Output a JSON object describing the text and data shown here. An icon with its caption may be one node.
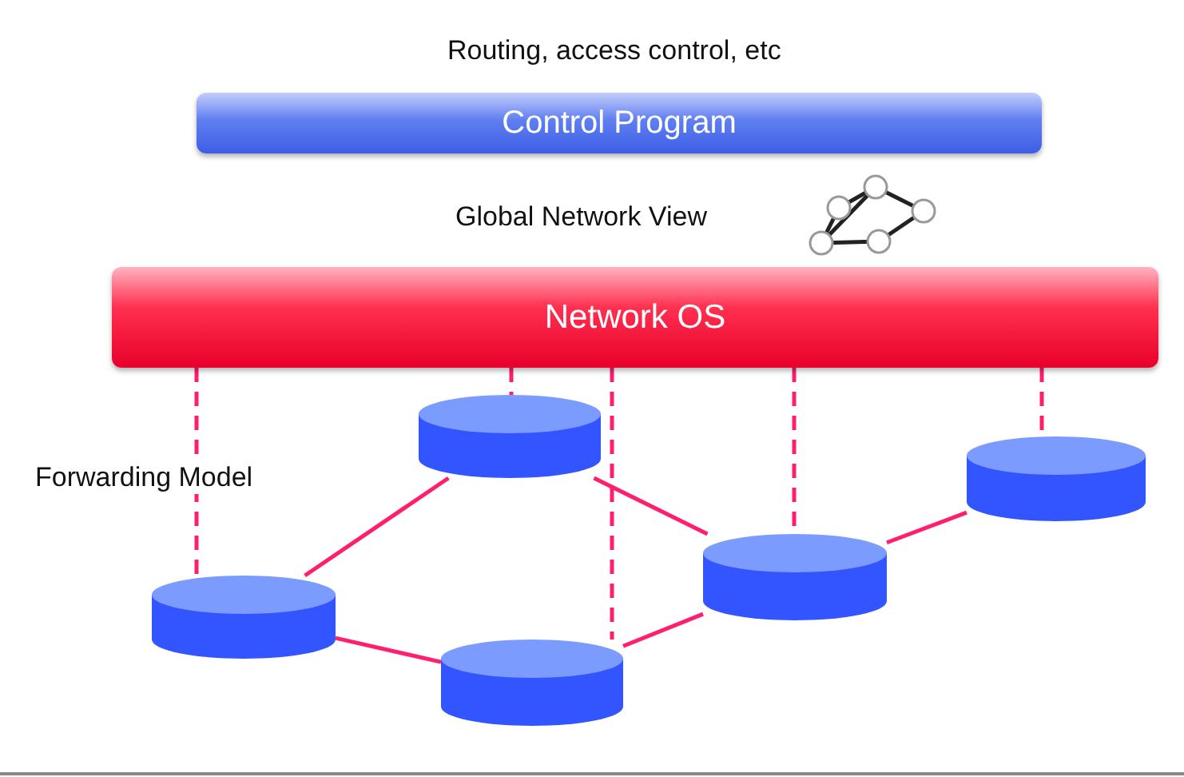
{
  "diagram": {
    "nodes": [
      {
        "text": [
          "Control Program"
        ]
      },
      {
        "text": [
          "Network OS"
        ]
      },
      {
        "text": [],
        "shape": "cylinder"
      },
      {
        "text": [],
        "shape": "cylinder"
      },
      {
        "text": [],
        "shape": "cylinder"
      },
      {
        "text": [],
        "shape": "cylinder"
      },
      {
        "text": [],
        "shape": "cylinder"
      }
    ],
    "edges": [
      {
        "from": 1,
        "to": 2,
        "arrow": "none",
        "style": "dashed"
      },
      {
        "from": 1,
        "to": 3,
        "arrow": "none",
        "style": "dashed"
      },
      {
        "from": 1,
        "to": 4,
        "arrow": "none",
        "style": "dashed"
      },
      {
        "from": 1,
        "to": 5,
        "arrow": "none",
        "style": "dashed"
      },
      {
        "from": 1,
        "to": 6,
        "arrow": "none",
        "style": "dashed"
      },
      {
        "from": 2,
        "to": 3,
        "arrow": "none"
      },
      {
        "from": 3,
        "to": 5,
        "arrow": "none"
      },
      {
        "from": 2,
        "to": 4,
        "arrow": "none"
      },
      {
        "from": 4,
        "to": 5,
        "arrow": "none"
      },
      {
        "from": 5,
        "to": 6,
        "arrow": "none"
      }
    ],
    "labels": [
      "Routing, access control, etc",
      "Global Network View",
      "Forwarding Model"
    ]
  }
}
